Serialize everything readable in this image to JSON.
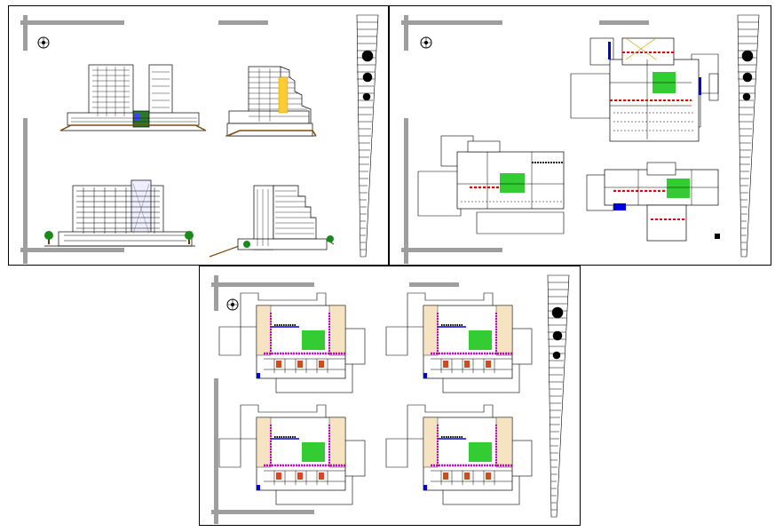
{
  "sheets": [
    {
      "id": "elevations-sheet",
      "caption": ""
    },
    {
      "id": "plans-sheet",
      "caption": ""
    },
    {
      "id": "typical-floors-sheet",
      "caption": ""
    }
  ],
  "colors": {
    "frame": "#000000",
    "grey_band": "#9e9e9e",
    "courtyard_green": "#33cc33",
    "accent_red": "#e00000",
    "accent_blue": "#0000dd",
    "accent_magenta": "#cc00cc",
    "ink": "#000000"
  },
  "icons": [
    "north-arrow-icon",
    "title-block-strip",
    "tree-icon"
  ]
}
